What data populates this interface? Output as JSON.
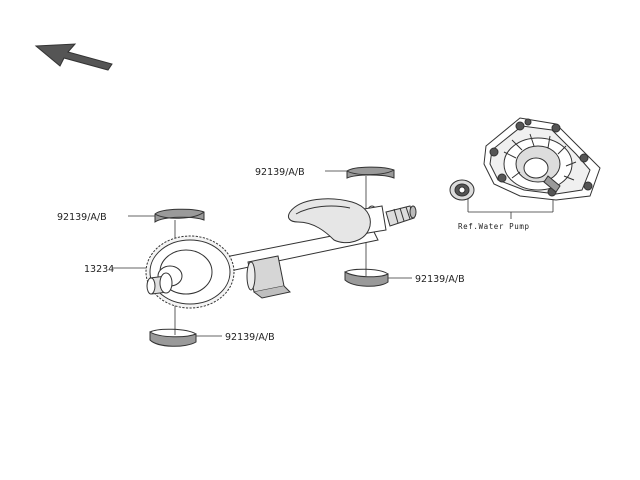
{
  "diagram": {
    "labels": {
      "bearing_upper": "92139/A/B",
      "bearing_left": "92139/A/B",
      "gear": "13234",
      "bearing_lower_right": "92139/A/B",
      "bearing_bottom": "92139/A/B",
      "ref_water_pump": "Ref.Water Pump"
    },
    "icons": {
      "direction_arrow": "front-direction-arrow-icon"
    },
    "colors": {
      "line": "#333333",
      "shade": "#9a9a9a",
      "dark": "#555555",
      "paper": "#ffffff"
    }
  }
}
